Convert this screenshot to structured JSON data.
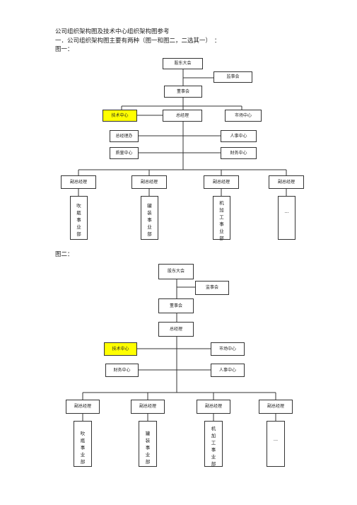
{
  "header": {
    "title": "公司组织架构图及技术中心组织架构图参考",
    "subtitle": "一．公司组织架构图主要有两种（图一和图二，二选其一）",
    "subtitle_tail": "：",
    "fig1_label": "图一：",
    "fig2_label": "图二："
  },
  "fig1": {
    "shareholders": "股东大会",
    "supervisors": "监事会",
    "board": "董事会",
    "tech_center": "技术中心",
    "gm": "总经理",
    "market_center": "市场中心",
    "gm_office": "总经理办",
    "hr_center": "人事中心",
    "quality_center": "质量中心",
    "finance_center": "财务中心",
    "vgm": [
      "副总经理",
      "副总经理",
      "副总经理",
      "副总经理"
    ],
    "divisions": [
      "吹瓶事业部",
      "罐装事业部",
      "机加工事业部",
      "..."
    ]
  },
  "fig2": {
    "shareholders": "股东大会",
    "supervisors": "监事会",
    "board": "董事会",
    "gm": "总经理",
    "tech_center": "技术中心",
    "market_center": "市场中心",
    "finance_center": "财务中心",
    "hr_center": "人事中心",
    "vgm": [
      "副总经理",
      "副总经理",
      "副总经理",
      "副总经理"
    ],
    "divisions": [
      "吹瓶事业部",
      "罐装事业部",
      "机加工事业部",
      "..."
    ]
  }
}
